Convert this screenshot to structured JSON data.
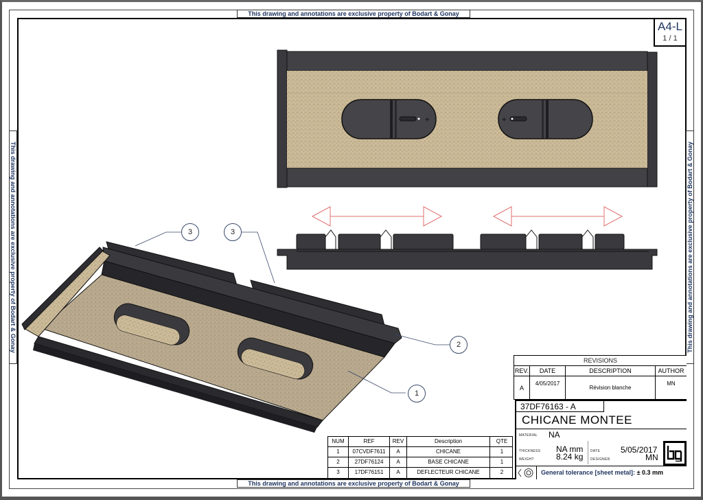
{
  "sheet": {
    "property_notice": "This drawing and annotations are exclusive property of Bodart & Gonay",
    "format": "A4-L",
    "sheet_number": "1 / 1"
  },
  "colors": {
    "notice_text": "#1f3560",
    "panel_fill": "#c8b898",
    "metal_dark": "#3a3a3e",
    "arrow_red": "#e07070"
  },
  "views": {
    "top_view": {
      "label": "top view of chicane assembly with two oval cutouts"
    },
    "side_view": {
      "label": "side view with two travel arrows"
    },
    "iso_view": {
      "label": "isometric view of chicane assembly"
    }
  },
  "balloons": [
    {
      "num": "3"
    },
    {
      "num": "3"
    },
    {
      "num": "2"
    },
    {
      "num": "1"
    }
  ],
  "revisions": {
    "title": "REVISIONS",
    "headers": [
      "REV.",
      "DATE",
      "DESCRIPTION",
      "AUTHOR"
    ],
    "rows": [
      {
        "rev": "A",
        "date": "4/05/2017",
        "description": "Révision blanche",
        "author": "MN"
      }
    ]
  },
  "title_block": {
    "number": "37DF76163 - A",
    "title": "CHICANE  MONTEE",
    "material_label": "MATERIAL",
    "material": "NA",
    "thickness_label": "THICKNESS",
    "thickness": "NA mm",
    "weight_label": "WEIGHT",
    "weight": "8.24 kg",
    "date_label": "DATE",
    "date": "5/05/2017",
    "designer_label": "DESIGNER",
    "designer": "MN",
    "tolerance_label": "General tolerance [sheet metal]:",
    "tolerance_value": "± 0.3 mm",
    "logo": "bg"
  },
  "bom": {
    "headers": [
      "NUM",
      "REF",
      "REV",
      "Description",
      "QTE"
    ],
    "rows": [
      {
        "num": "1",
        "ref": "07CVDF7611",
        "rev": "A",
        "description": "CHICANE",
        "qte": "1"
      },
      {
        "num": "2",
        "ref": "27DF76124",
        "rev": "A",
        "description": "BASE CHICANE",
        "qte": "1"
      },
      {
        "num": "3",
        "ref": "17DF76151",
        "rev": "A",
        "description": "DEFLECTEUR CHICANE",
        "qte": "2"
      }
    ]
  }
}
